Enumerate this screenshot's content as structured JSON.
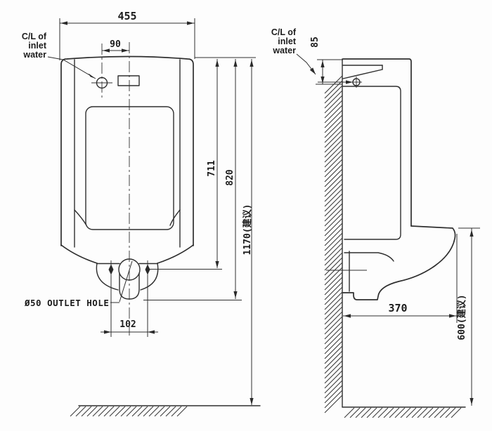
{
  "drawing": {
    "title": "urinal-installation-dimension-drawing",
    "colors": {
      "line": "#2e2e2e",
      "background": "#fdfdfd"
    },
    "front_view": {
      "inlet_label_lines": [
        "C/L of",
        "inlet",
        "water"
      ],
      "width_dim": "455",
      "inlet_offset_dim": "90",
      "height_to_fixing_holes_dim": "711",
      "height_to_trap_bottom_dim": "820",
      "mounting_height_dim": "1170(建议)",
      "outlet_hole_label": "Ø50 OUTLET HOLE",
      "fixing_hole_spacing_dim": "102"
    },
    "side_view": {
      "inlet_label_lines": [
        "C/L of",
        "inlet",
        "water"
      ],
      "inlet_depth_dim": "85",
      "depth_dim": "370",
      "rim_height_dim": "600(建议)"
    }
  }
}
